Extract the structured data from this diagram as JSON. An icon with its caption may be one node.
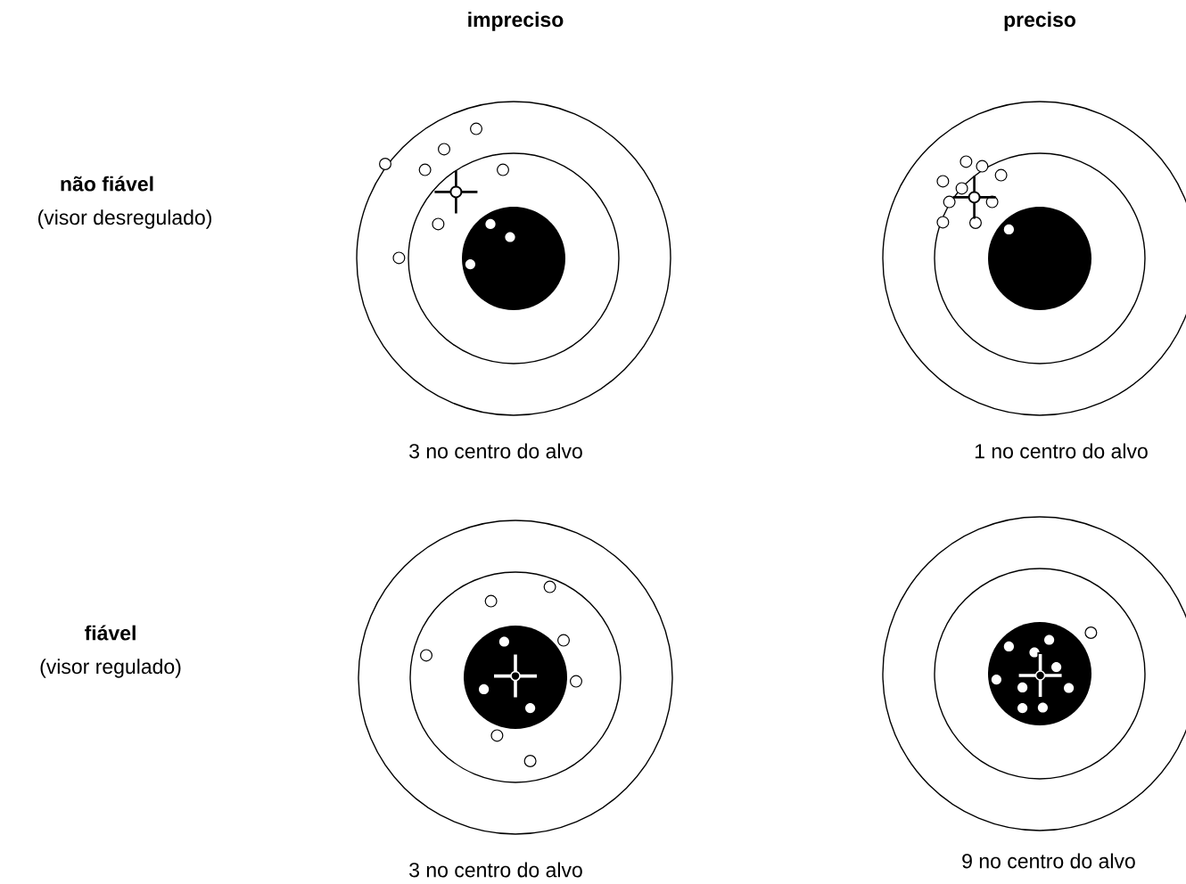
{
  "diagram": {
    "labels": [
      "impreciso",
      "preciso",
      "não fiável",
      "(visor desregulado)",
      "3 no centro do alvo",
      "1 no centro do alvo",
      "fiável",
      "(visor regulado)",
      "3 no centro do alvo",
      "9 no centro do alvo"
    ]
  }
}
